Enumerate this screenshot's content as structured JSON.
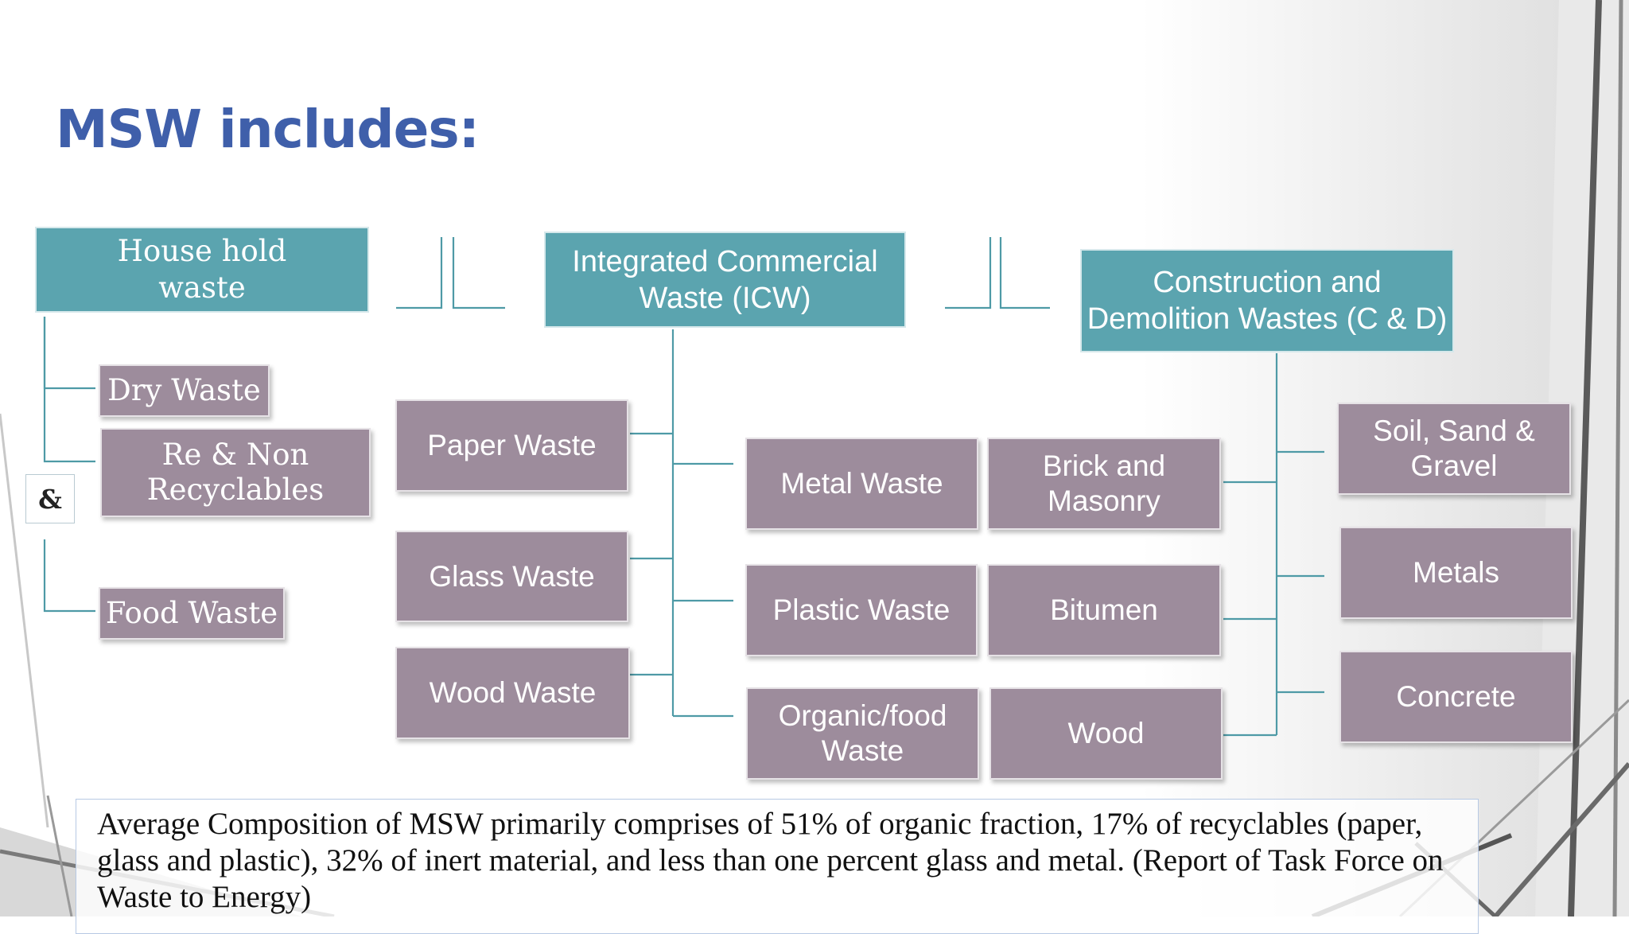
{
  "title": "MSW includes:",
  "colors": {
    "title": "#3f5faa",
    "category_fill": "#5ba4af",
    "item_fill": "#9d8c9c",
    "connector": "#4e9aa6"
  },
  "categories": {
    "household": "House hold\nwaste",
    "icw": "Integrated Commercial\nWaste (ICW)",
    "cd": "Construction and\nDemolition Wastes (C & D)"
  },
  "household_items": {
    "dry": "Dry Waste",
    "recyclables": "Re & Non\nRecyclables",
    "food": "Food Waste",
    "ampersand": "&"
  },
  "icw_items": {
    "paper": "Paper Waste",
    "glass": "Glass Waste",
    "wood": "Wood Waste",
    "metal": "Metal Waste",
    "plastic": "Plastic Waste",
    "organic": "Organic/food\nWaste"
  },
  "cd_items": {
    "brick": "Brick and\nMasonry",
    "bitumen": "Bitumen",
    "wood": "Wood",
    "soil": "Soil, Sand &\nGravel",
    "metals": "Metals",
    "concrete": "Concrete"
  },
  "footnote": "Average Composition of MSW primarily comprises of 51% of organic fraction, 17% of recyclables (paper, glass and plastic), 32% of inert material, and less than one percent glass and metal. (Report of Task Force on Waste to Energy)"
}
